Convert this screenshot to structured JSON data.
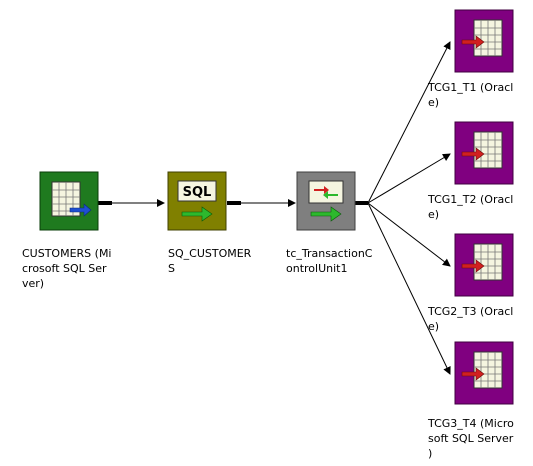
{
  "colors": {
    "source": "#1f7a1f",
    "source_qualifier": "#808000",
    "transaction_control": "#7f7f7f",
    "target": "#800080",
    "connector": "#000000"
  },
  "nodes": {
    "source": {
      "icon": "source-definition-icon",
      "label": "CUSTOMERS (Mi\ncrosoft SQL Ser\nver)"
    },
    "source_qualifier": {
      "icon": "sql-icon",
      "badge": "SQL",
      "label": "SQ_CUSTOMER\nS"
    },
    "transaction_control": {
      "icon": "transaction-control-icon",
      "label": "tc_TransactionC\nontrolUnit1"
    },
    "targets": [
      {
        "icon": "target-definition-icon",
        "label": "TCG1_T1 (Oracl\ne)"
      },
      {
        "icon": "target-definition-icon",
        "label": "TCG1_T2 (Oracl\ne)"
      },
      {
        "icon": "target-definition-icon",
        "label": "TCG2_T3 (Oracl\ne)"
      },
      {
        "icon": "target-definition-icon",
        "label": "TCG3_T4 (Micro\nsoft SQL Server\n)"
      }
    ]
  }
}
